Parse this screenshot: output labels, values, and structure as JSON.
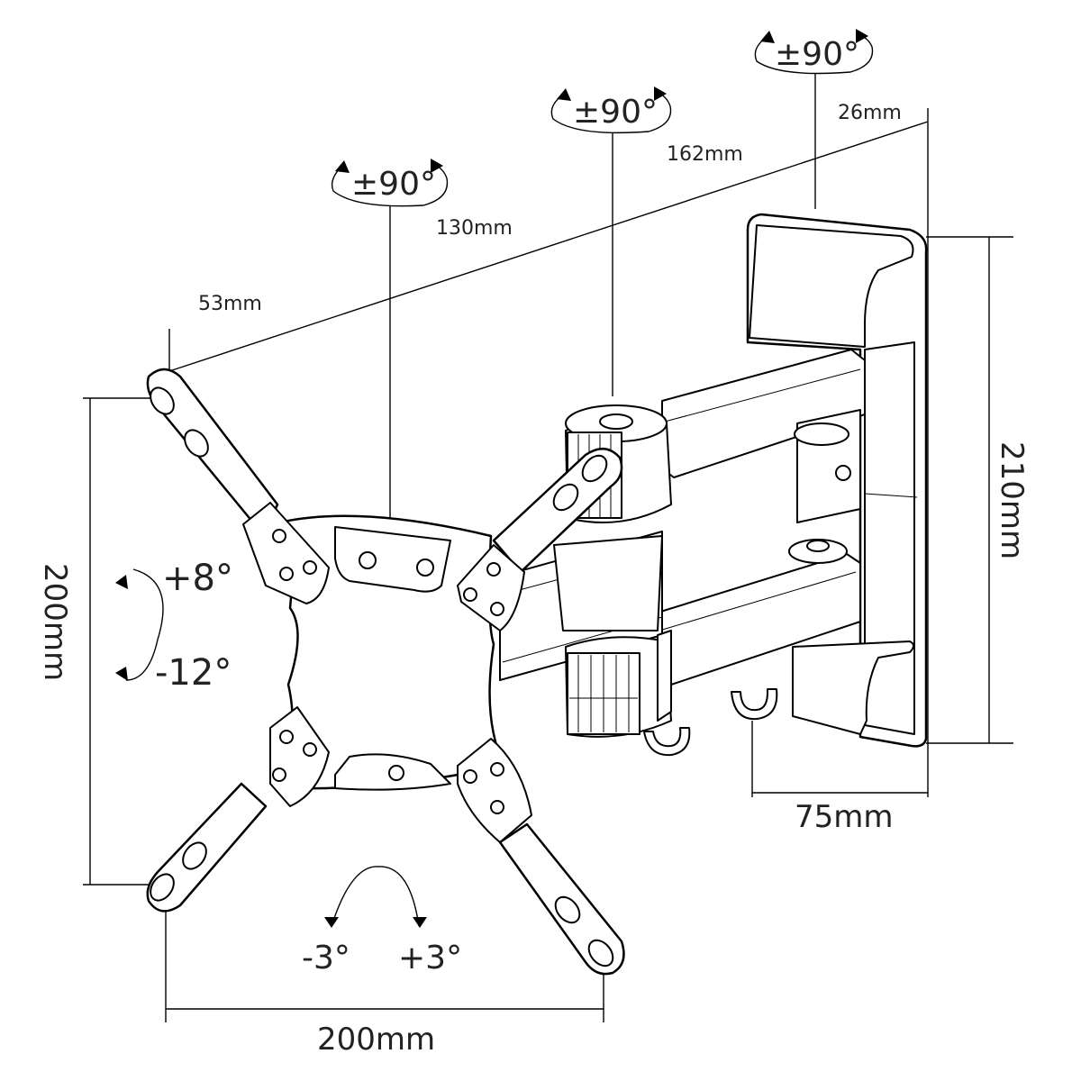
{
  "rotation": {
    "plate": "±90°",
    "mid": "±90°",
    "wall": "±90°"
  },
  "dimensions": {
    "d53": "53mm",
    "d130": "130mm",
    "d162": "162mm",
    "d26": "26mm",
    "height_210": "210mm",
    "depth_75": "75mm",
    "vesa_h": "200mm",
    "vesa_w": "200mm"
  },
  "tilt": {
    "up": "+8°",
    "down": "-12°"
  },
  "swivel": {
    "left": "-3°",
    "right": "+3°"
  }
}
